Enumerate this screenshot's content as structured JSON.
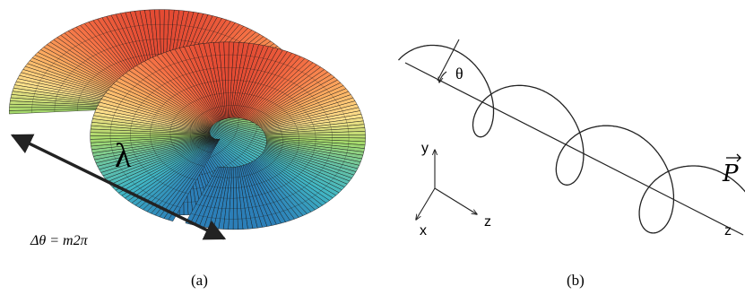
{
  "panel_a": {
    "caption": "(a)",
    "wavelength_symbol": "λ",
    "phase_label": "Δθ = m2π"
  },
  "panel_b": {
    "caption": "(b)",
    "angle_label": "θ",
    "axis_label": "z",
    "vector_label": "P",
    "triad": {
      "x": "x",
      "y": "y",
      "z": "z"
    }
  },
  "colors": {
    "surface_spectrum": [
      "#2c7fb8",
      "#41b6c4",
      "#66c2a5",
      "#a6d96a",
      "#fee08b",
      "#fdae61",
      "#f46d43",
      "#d73027",
      "#a50026"
    ],
    "mesh_line": "#1a1a1a",
    "arrow": "#222222",
    "text": "#000000"
  },
  "icons": {
    "angle_arc": "arc",
    "helix_curve": "helix",
    "vector_arrow": "arrow"
  }
}
